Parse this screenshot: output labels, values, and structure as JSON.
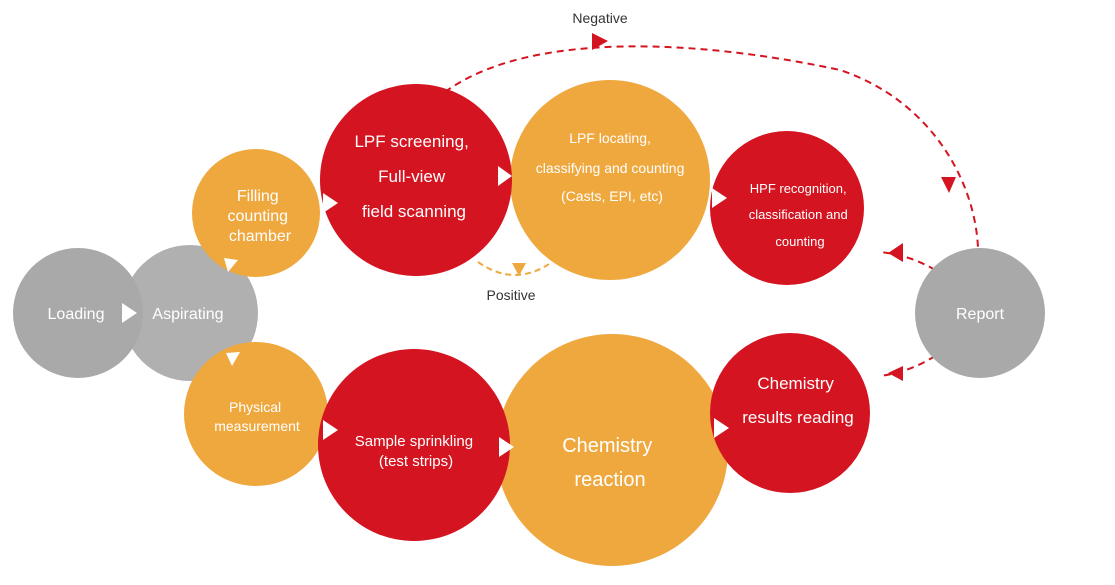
{
  "colors": {
    "gray": "#A9A9A9",
    "orange": "#EFA83E",
    "red": "#D41420",
    "text": "#ffffff",
    "label": "#333333",
    "arrow_red": "#D41420",
    "arrow_orange": "#EFA83E"
  },
  "nodes": {
    "loading": "Loading",
    "aspirating": "Aspirating",
    "filling": [
      "Filling",
      "counting",
      "chamber"
    ],
    "lpf_screening": [
      "LPF screening,",
      "Full-view",
      "field scanning"
    ],
    "lpf_locating": [
      "LPF locating,",
      "classifying and counting",
      "(Casts, EPI, etc)"
    ],
    "hpf": [
      "HPF recognition,",
      "classification and",
      "counting"
    ],
    "report": "Report",
    "physical": [
      "Physical",
      "measurement"
    ],
    "sample": [
      "Sample sprinkling",
      "(test strips)"
    ],
    "chemistry_reaction": [
      "Chemistry",
      "reaction"
    ],
    "chemistry_results": [
      "Chemistry",
      "results reading"
    ]
  },
  "labels": {
    "negative": "Negative",
    "positive": "Positive"
  }
}
